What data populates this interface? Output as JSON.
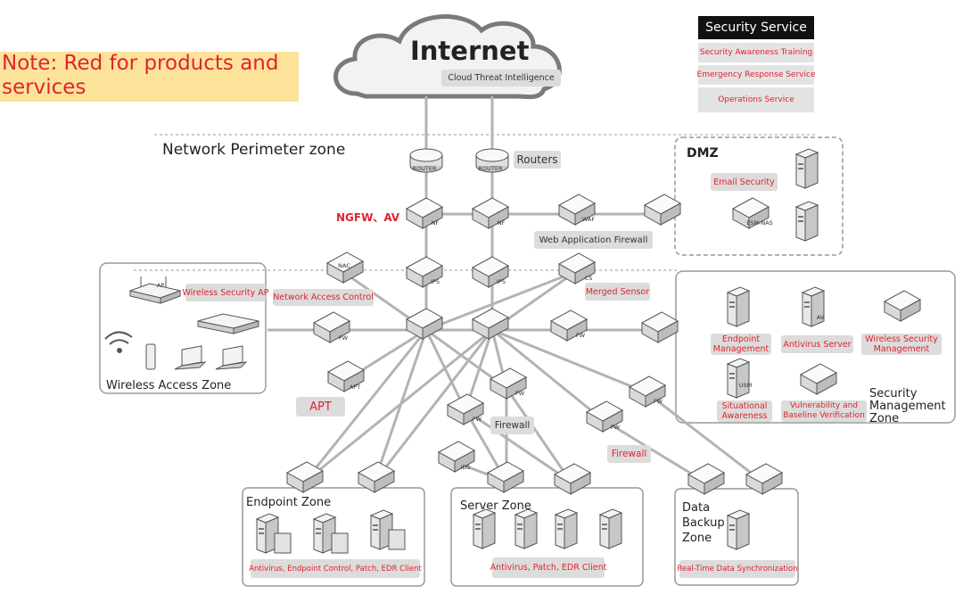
{
  "note": "Note: Red for products and services",
  "internet": {
    "title": "Internet",
    "sublabel": "Cloud Threat Intelligence"
  },
  "security_service": {
    "title": "Security Service",
    "items": [
      "Security Awareness Training",
      "Emergency Response Service",
      "Operations Service"
    ]
  },
  "perimeter_title": "Network Perimeter zone",
  "routers_label": "Routers",
  "device_labels": {
    "router": "ROUTER",
    "nf": "NF",
    "ips": "IPS",
    "fw": "FW",
    "nac": "NAC",
    "waf": "WAF",
    "cs": "CS",
    "apt": "APT",
    "ids": "IDS",
    "esm": "ESM-NAS",
    "usm": "USM",
    "ap": "AP",
    "av": "AV"
  },
  "labels": {
    "ngfw": "NGFW、AV",
    "waf": "Web Application Firewall",
    "nac": "Network Access Control",
    "merged": "Merged Sensor",
    "apt": "APT",
    "firewall_1": "Firewall",
    "firewall_2": "Firewall"
  },
  "dmz": {
    "title": "DMZ",
    "email": "Email Security"
  },
  "wireless_zone": {
    "title": "Wireless Access Zone",
    "ap": "Wireless Security AP"
  },
  "security_mgmt": {
    "title": "Security Management Zone",
    "endpoint_mgmt": "Endpoint Management",
    "antivirus_server": "Antivirus Server",
    "wireless_sec_mgmt": "Wireless Security Management",
    "situational": "Situational Awareness",
    "vuln": "Vulnerability and Baseline Verification"
  },
  "endpoint_zone": {
    "title": "Endpoint Zone",
    "products": "Antivirus, Endpoint Control, Patch, EDR Client"
  },
  "server_zone": {
    "title": "Server Zone",
    "products": "Antivirus, Patch, EDR Client"
  },
  "backup_zone": {
    "title": "Data Backup Zone",
    "products": "Real-Time Data Synchronization"
  }
}
